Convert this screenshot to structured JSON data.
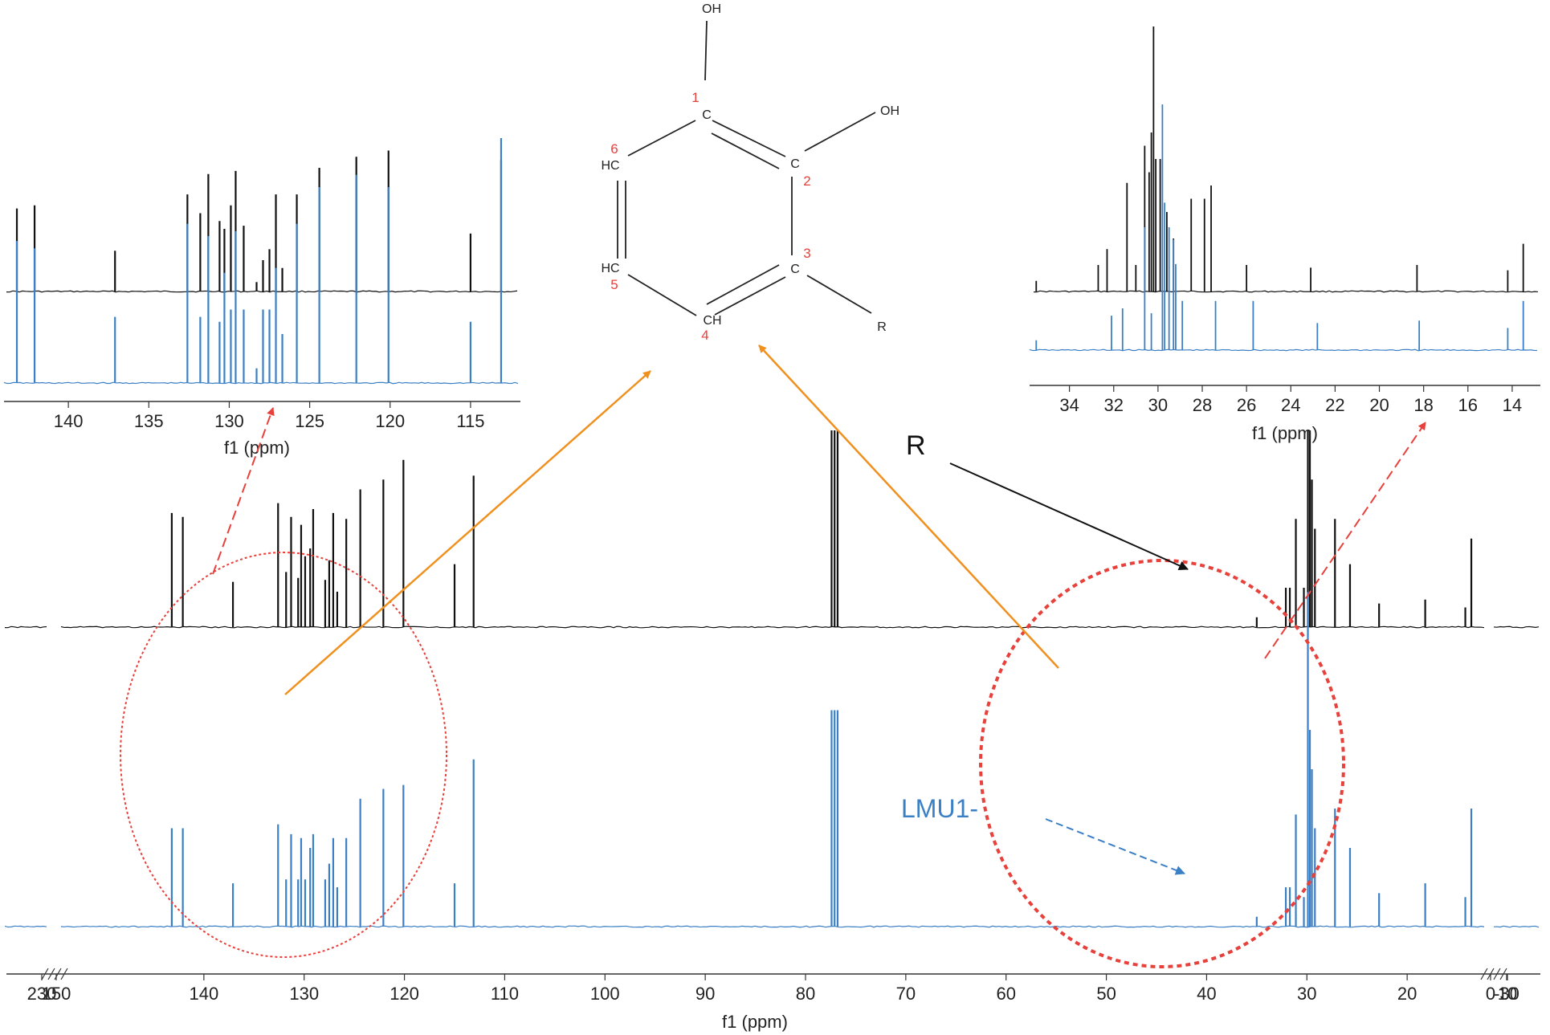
{
  "colors": {
    "spectrum_top": "#111111",
    "spectrum_bottom": "#3b7fc4",
    "highlight_ellipse": "#e8413c",
    "pointer_arrow": "#f0901e",
    "zoom_arrow": "#e8413c",
    "atom_number": "#e8413c"
  },
  "annotations": {
    "r_label": "R",
    "sample_label": "LMU1-"
  },
  "molecule": {
    "atoms": {
      "oh_top": "OH",
      "oh_right": "OH",
      "c1": "C",
      "c2": "C",
      "c3": "C",
      "ch4": "CH",
      "hc5": "HC",
      "hc6": "HC",
      "r": "R"
    },
    "numbers": [
      "1",
      "2",
      "3",
      "4",
      "5",
      "6"
    ]
  },
  "chart_data": [
    {
      "type": "line",
      "name": "main",
      "xlabel": "f1 (ppm)",
      "xlim": [
        150,
        10
      ],
      "x_reversed": true,
      "tick_labels": [
        "230",
        "150",
        "140",
        "130",
        "120",
        "110",
        "100",
        "90",
        "80",
        "70",
        "60",
        "50",
        "40",
        "30",
        "20",
        "10",
        "0",
        "-30"
      ],
      "series": [
        {
          "peaks": [
            [
              143.2,
              0.58
            ],
            [
              142.1,
              0.56
            ],
            [
              137.1,
              0.23
            ],
            [
              132.6,
              0.63
            ],
            [
              131.8,
              0.28
            ],
            [
              131.3,
              0.56
            ],
            [
              130.6,
              0.25
            ],
            [
              130.3,
              0.52
            ],
            [
              129.9,
              0.36
            ],
            [
              129.4,
              0.4
            ],
            [
              129.1,
              0.6
            ],
            [
              127.9,
              0.24
            ],
            [
              127.5,
              0.34
            ],
            [
              127.1,
              0.58
            ],
            [
              126.7,
              0.18
            ],
            [
              125.8,
              0.55
            ],
            [
              124.4,
              0.7
            ],
            [
              122.1,
              0.75
            ],
            [
              120.1,
              0.85
            ],
            [
              115.0,
              0.32
            ],
            [
              113.1,
              0.77
            ],
            [
              77.4,
              1.0
            ],
            [
              77.1,
              1.0
            ],
            [
              76.8,
              1.0
            ],
            [
              35.0,
              0.05
            ],
            [
              32.1,
              0.2
            ],
            [
              31.7,
              0.2
            ],
            [
              31.1,
              0.55
            ],
            [
              30.3,
              0.2
            ],
            [
              29.9,
              1.0
            ],
            [
              29.7,
              1.0
            ],
            [
              29.5,
              0.75
            ],
            [
              29.2,
              0.5
            ],
            [
              27.2,
              0.55
            ],
            [
              25.7,
              0.32
            ],
            [
              22.8,
              0.12
            ],
            [
              18.2,
              0.14
            ],
            [
              14.2,
              0.1
            ],
            [
              13.6,
              0.45
            ]
          ]
        },
        {
          "peaks": [
            [
              143.2,
              0.5
            ],
            [
              142.1,
              0.5
            ],
            [
              137.1,
              0.22
            ],
            [
              132.6,
              0.52
            ],
            [
              131.8,
              0.24
            ],
            [
              131.3,
              0.47
            ],
            [
              130.6,
              0.24
            ],
            [
              130.3,
              0.45
            ],
            [
              129.9,
              0.24
            ],
            [
              129.4,
              0.4
            ],
            [
              129.1,
              0.47
            ],
            [
              127.9,
              0.24
            ],
            [
              127.5,
              0.32
            ],
            [
              127.1,
              0.45
            ],
            [
              126.7,
              0.2
            ],
            [
              125.8,
              0.45
            ],
            [
              124.4,
              0.65
            ],
            [
              122.1,
              0.7
            ],
            [
              120.1,
              0.72
            ],
            [
              115.0,
              0.22
            ],
            [
              113.1,
              0.85
            ],
            [
              77.4,
              1.1
            ],
            [
              77.1,
              1.1
            ],
            [
              76.8,
              1.1
            ],
            [
              35.0,
              0.05
            ],
            [
              32.1,
              0.2
            ],
            [
              31.7,
              0.2
            ],
            [
              31.1,
              0.57
            ],
            [
              30.3,
              0.15
            ],
            [
              29.9,
              1.7
            ],
            [
              29.7,
              1.0
            ],
            [
              29.5,
              0.8
            ],
            [
              29.2,
              0.5
            ],
            [
              27.2,
              0.6
            ],
            [
              25.7,
              0.4
            ],
            [
              22.8,
              0.17
            ],
            [
              18.2,
              0.22
            ],
            [
              14.2,
              0.15
            ],
            [
              13.6,
              0.6
            ]
          ]
        }
      ]
    },
    {
      "type": "line",
      "name": "aromatic-inset",
      "xlabel": "f1 (ppm)",
      "xlim": [
        144,
        112
      ],
      "x_reversed": true,
      "tick_labels": [
        "140",
        "135",
        "130",
        "125",
        "120",
        "115"
      ],
      "series": [
        {
          "peaks": [
            [
              143.2,
              0.53
            ],
            [
              142.1,
              0.55
            ],
            [
              137.1,
              0.26
            ],
            [
              132.6,
              0.62
            ],
            [
              131.8,
              0.5
            ],
            [
              131.3,
              0.75
            ],
            [
              130.6,
              0.45
            ],
            [
              130.3,
              0.4
            ],
            [
              129.9,
              0.55
            ],
            [
              129.6,
              0.77
            ],
            [
              129.1,
              0.42
            ],
            [
              128.3,
              0.06
            ],
            [
              127.9,
              0.2
            ],
            [
              127.5,
              0.27
            ],
            [
              127.1,
              0.62
            ],
            [
              126.7,
              0.15
            ],
            [
              125.8,
              0.62
            ],
            [
              124.4,
              0.79
            ],
            [
              122.1,
              0.86
            ],
            [
              120.1,
              0.9
            ],
            [
              115.0,
              0.37
            ],
            [
              113.1,
              0.84
            ]
          ]
        },
        {
          "peaks": [
            [
              143.2,
              0.58
            ],
            [
              142.1,
              0.55
            ],
            [
              137.1,
              0.27
            ],
            [
              132.6,
              0.65
            ],
            [
              131.8,
              0.27
            ],
            [
              131.3,
              0.6
            ],
            [
              130.6,
              0.25
            ],
            [
              130.3,
              0.45
            ],
            [
              129.9,
              0.3
            ],
            [
              129.6,
              0.62
            ],
            [
              129.1,
              0.3
            ],
            [
              128.3,
              0.06
            ],
            [
              127.9,
              0.3
            ],
            [
              127.5,
              0.3
            ],
            [
              127.1,
              0.47
            ],
            [
              126.7,
              0.2
            ],
            [
              125.8,
              0.65
            ],
            [
              124.4,
              0.8
            ],
            [
              122.1,
              0.85
            ],
            [
              120.1,
              0.8
            ],
            [
              115.0,
              0.25
            ],
            [
              113.1,
              1.0
            ]
          ]
        }
      ]
    },
    {
      "type": "line",
      "name": "aliphatic-inset",
      "xlabel": "f1 (ppm)",
      "xlim": [
        35.8,
        12.8
      ],
      "x_reversed": true,
      "tick_labels": [
        "34",
        "32",
        "30",
        "28",
        "26",
        "24",
        "22",
        "20",
        "18",
        "16",
        "14"
      ],
      "series": [
        {
          "peaks": [
            [
              35.5,
              0.04
            ],
            [
              32.7,
              0.1
            ],
            [
              32.3,
              0.16
            ],
            [
              31.4,
              0.41
            ],
            [
              31.0,
              0.1
            ],
            [
              30.6,
              0.55
            ],
            [
              30.4,
              0.45
            ],
            [
              30.3,
              0.6
            ],
            [
              30.2,
              1.0
            ],
            [
              30.1,
              0.5
            ],
            [
              29.9,
              0.5
            ],
            [
              29.6,
              0.3
            ],
            [
              29.3,
              0.2
            ],
            [
              28.5,
              0.35
            ],
            [
              27.9,
              0.35
            ],
            [
              27.6,
              0.4
            ],
            [
              26.0,
              0.1
            ],
            [
              23.1,
              0.09
            ],
            [
              18.3,
              0.1
            ],
            [
              14.2,
              0.08
            ],
            [
              13.5,
              0.18
            ]
          ]
        },
        {
          "peaks": [
            [
              35.5,
              0.04
            ],
            [
              32.1,
              0.14
            ],
            [
              31.6,
              0.17
            ],
            [
              30.6,
              0.5
            ],
            [
              30.3,
              0.15
            ],
            [
              29.8,
              1.0
            ],
            [
              29.7,
              0.6
            ],
            [
              29.5,
              0.5
            ],
            [
              29.3,
              0.45
            ],
            [
              29.2,
              0.35
            ],
            [
              28.9,
              0.2
            ],
            [
              27.4,
              0.2
            ],
            [
              25.7,
              0.2
            ],
            [
              22.8,
              0.11
            ],
            [
              18.2,
              0.12
            ],
            [
              14.2,
              0.09
            ],
            [
              13.5,
              0.2
            ]
          ]
        }
      ]
    }
  ]
}
